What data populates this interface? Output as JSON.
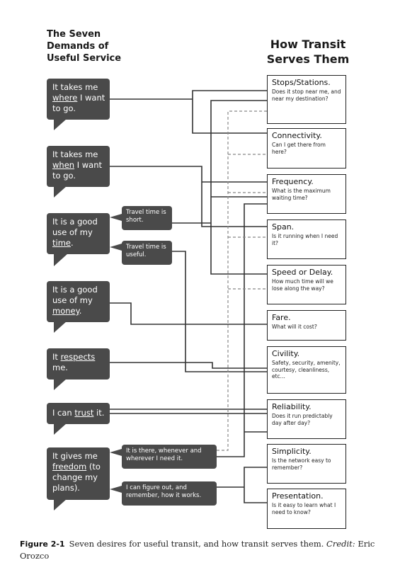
{
  "header_left": "The Seven Demands of Useful Service",
  "header_right": "How Transit Serves Them",
  "demands": [
    {
      "pre": "It takes me ",
      "u": "where",
      "post": " I want to go."
    },
    {
      "pre": "It takes me ",
      "u": "when",
      "post": " I want to go."
    },
    {
      "pre": "It is a good use of my ",
      "u": "time",
      "post": "."
    },
    {
      "pre": "It is a good use of my ",
      "u": "money",
      "post": "."
    },
    {
      "pre": "It ",
      "u": "respects",
      "post": " me."
    },
    {
      "pre": "I can ",
      "u": "trust",
      "post": " it."
    },
    {
      "pre": "It gives me ",
      "u": "freedom",
      "post": " (to change my plans)."
    }
  ],
  "sub_bubbles": [
    "Travel time is short.",
    "Travel time is useful.",
    "It is there, whenever and wherever I need it.",
    "I can figure out, and remember, how it works."
  ],
  "services": [
    {
      "title": "Stops/Stations.",
      "desc": "Does it stop near me, and near my destination?"
    },
    {
      "title": "Connectivity.",
      "desc": "Can I get there from here?"
    },
    {
      "title": "Frequency.",
      "desc": "What is the maximum waiting time?"
    },
    {
      "title": "Span.",
      "desc": "Is it running when I need it?"
    },
    {
      "title": "Speed or Delay.",
      "desc": "How much time will we lose along the way?"
    },
    {
      "title": "Fare.",
      "desc": "What will it cost?"
    },
    {
      "title": "Civility.",
      "desc": "Safety, security, amenity, courtesy, cleanliness, etc..."
    },
    {
      "title": "Reliability.",
      "desc": "Does it run predictably day after day?"
    },
    {
      "title": "Simplicity.",
      "desc": "Is the network easy to remember?"
    },
    {
      "title": "Presentation.",
      "desc": "Is it easy to learn what I need to know?"
    }
  ],
  "caption": {
    "label": "Figure 2-1",
    "text": "Seven desires for useful transit, and how transit serves them. ",
    "credit_label": "Credit:",
    "credit": " Eric Orozco"
  },
  "colors": {
    "bubble": "#4a4a4a",
    "line": "#333333",
    "dashed": "#888888"
  }
}
